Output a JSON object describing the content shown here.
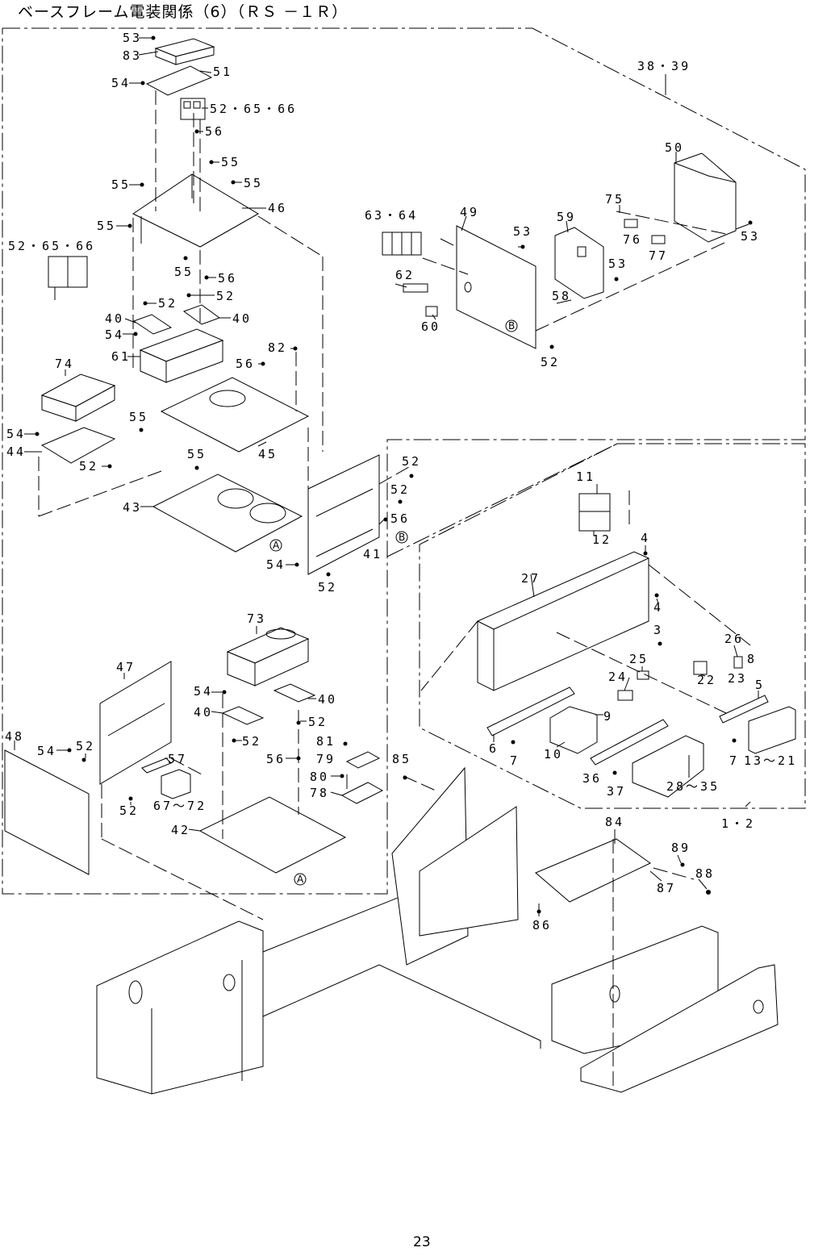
{
  "page": {
    "title": "ベースフレーム電装関係（6）（ＲＳ －１Ｒ）",
    "page_number": "23"
  },
  "parts": {
    "p53a": "53",
    "p83": "83",
    "p54a": "54",
    "p51": "51",
    "p52_65_66a": "52・65・66",
    "p56a": "56",
    "p55a": "55",
    "p55b": "55",
    "p55c": "55",
    "p46": "46",
    "p55d": "55",
    "p52_65_66b": "52・65・66",
    "p55e": "55",
    "p56b": "56",
    "p52a": "52",
    "p52b": "52",
    "p40a": "40",
    "p40b": "40",
    "p54b": "54",
    "p61": "61",
    "p74": "74",
    "p82": "82",
    "p56c": "56",
    "p55f": "55",
    "p54c": "54",
    "p44": "44",
    "p52c": "52",
    "p55g": "55",
    "p45": "45",
    "p43": "43",
    "p52d": "52",
    "p52e": "52",
    "p56d": "56",
    "p41": "41",
    "p54d": "54",
    "p52f": "52",
    "p38_39": "38・39",
    "p50": "50",
    "p75": "75",
    "p63_64": "63・64",
    "p49": "49",
    "p59": "59",
    "p53b": "53",
    "p76": "76",
    "p77": "77",
    "p53c": "53",
    "p62": "62",
    "p53d": "53",
    "p58": "58",
    "p60": "60",
    "p52g": "52",
    "p11": "11",
    "p12": "12",
    "p4a": "4",
    "p27": "27",
    "p4b": "4",
    "p3": "3",
    "p26": "26",
    "p8": "8",
    "p25": "25",
    "p24": "24",
    "p22": "22",
    "p23": "23",
    "p5": "5",
    "p9": "9",
    "p6": "6",
    "p7a": "7",
    "p10": "10",
    "p7b": "7",
    "p13_21": "13～21",
    "p36": "36",
    "p37": "37",
    "p28_35": "28～35",
    "p1_2": "1・2",
    "p73": "73",
    "p47": "47",
    "p54e": "54",
    "p40c": "40",
    "p40d": "40",
    "p52h": "52",
    "p52i": "52",
    "p48": "48",
    "p54f": "54",
    "p52j": "52",
    "p57": "57",
    "p81": "81",
    "p85": "85",
    "p56e": "56",
    "p79": "79",
    "p80": "80",
    "p78": "78",
    "p52k": "52",
    "p67_72": "67～72",
    "p42": "42",
    "p84": "84",
    "p89": "89",
    "p88": "88",
    "p87": "87",
    "p86": "86"
  },
  "refs": {
    "A1": "A",
    "A2": "A",
    "B1": "B",
    "B2": "B"
  }
}
